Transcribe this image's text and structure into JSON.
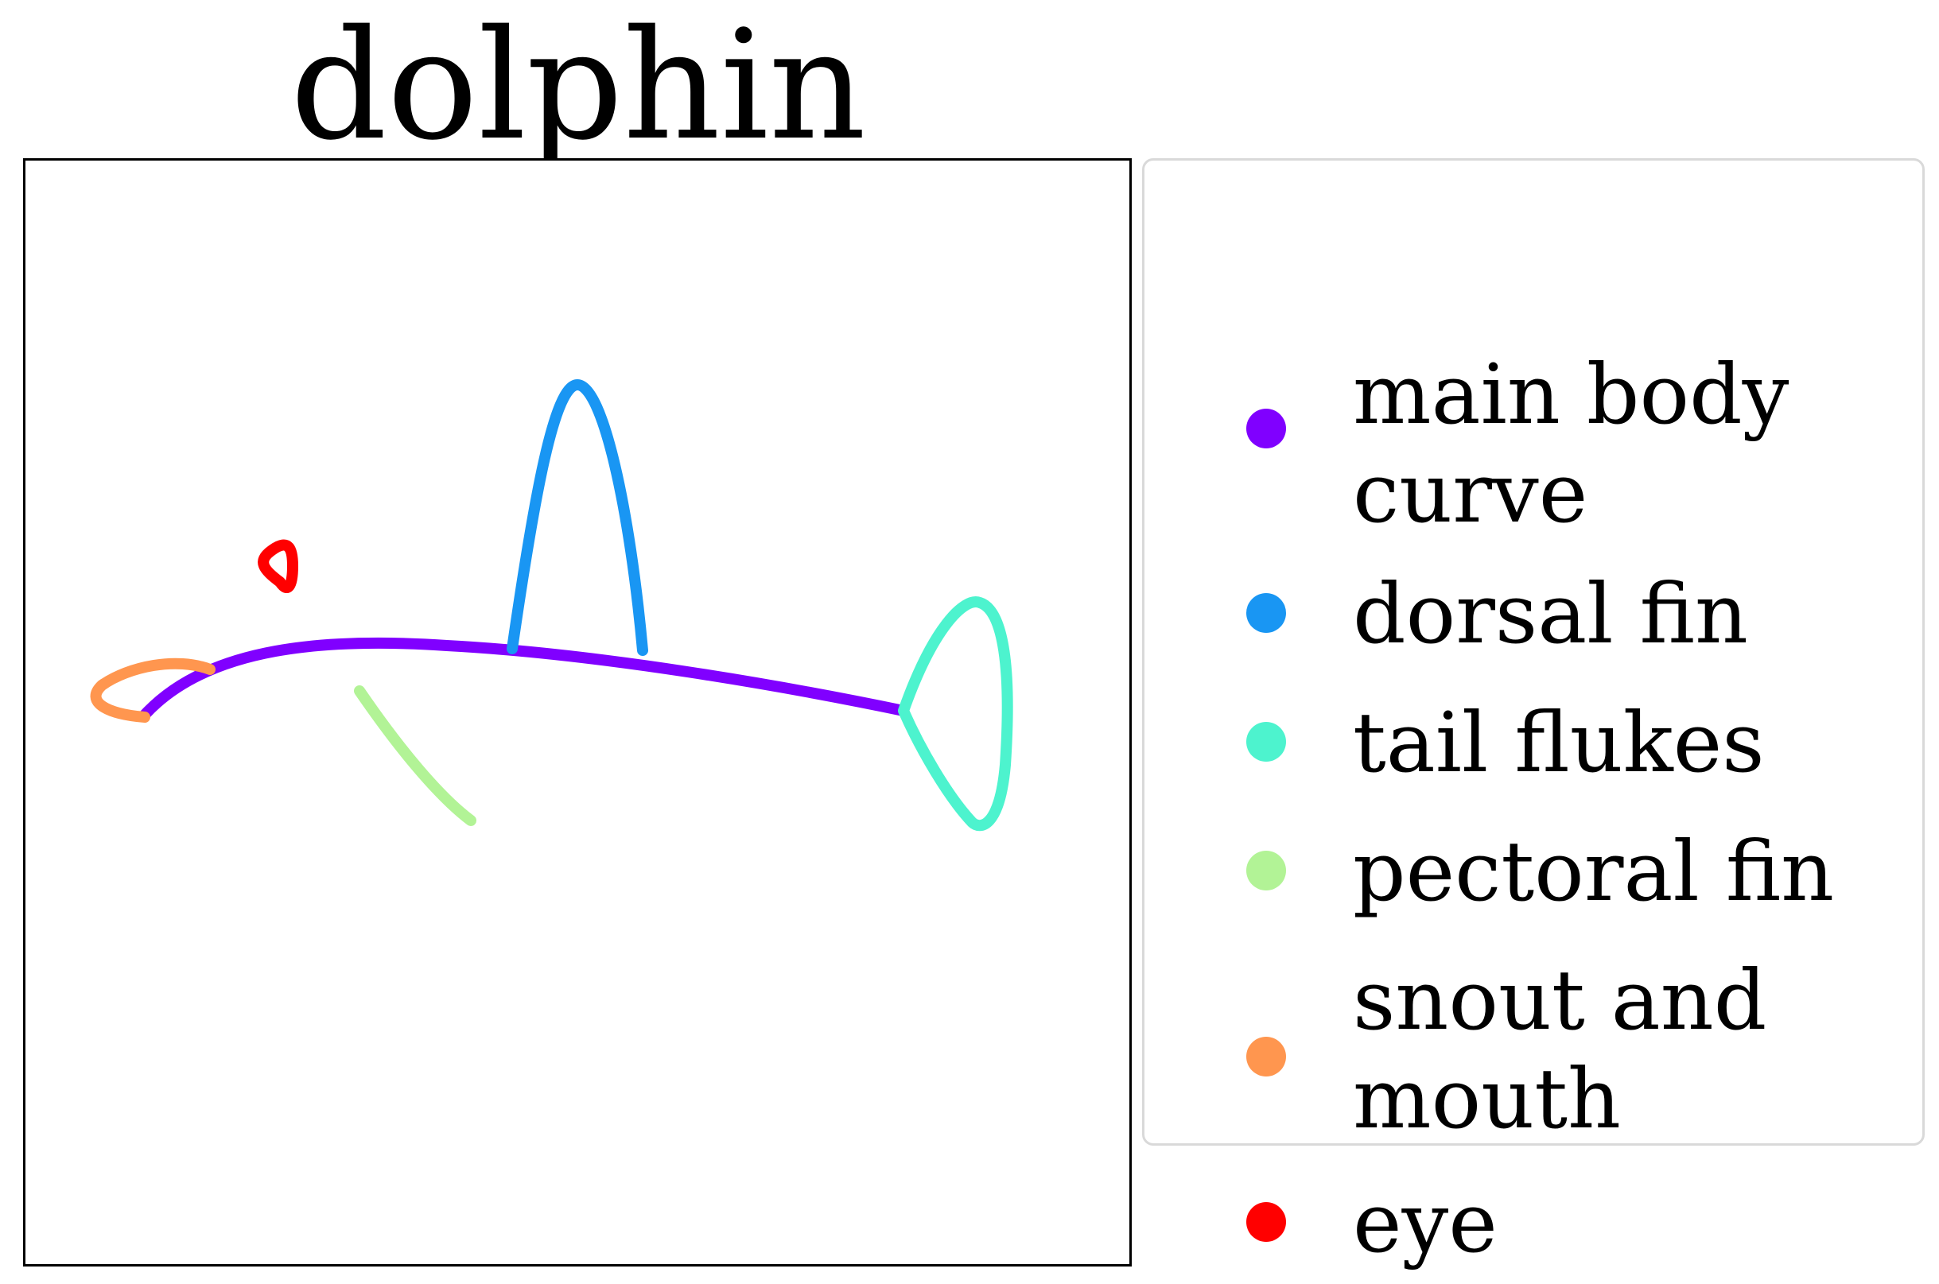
{
  "title": "dolphin",
  "legend": [
    {
      "label": "main body\ncurve",
      "color": "#8000ff"
    },
    {
      "label": "dorsal fin",
      "color": "#1996f3"
    },
    {
      "label": "tail flukes",
      "color": "#4df3ce"
    },
    {
      "label": "pectoral fin",
      "color": "#b2f396"
    },
    {
      "label": "snout and\nmouth",
      "color": "#ff964f"
    },
    {
      "label": "eye",
      "color": "#ff0000"
    }
  ]
}
